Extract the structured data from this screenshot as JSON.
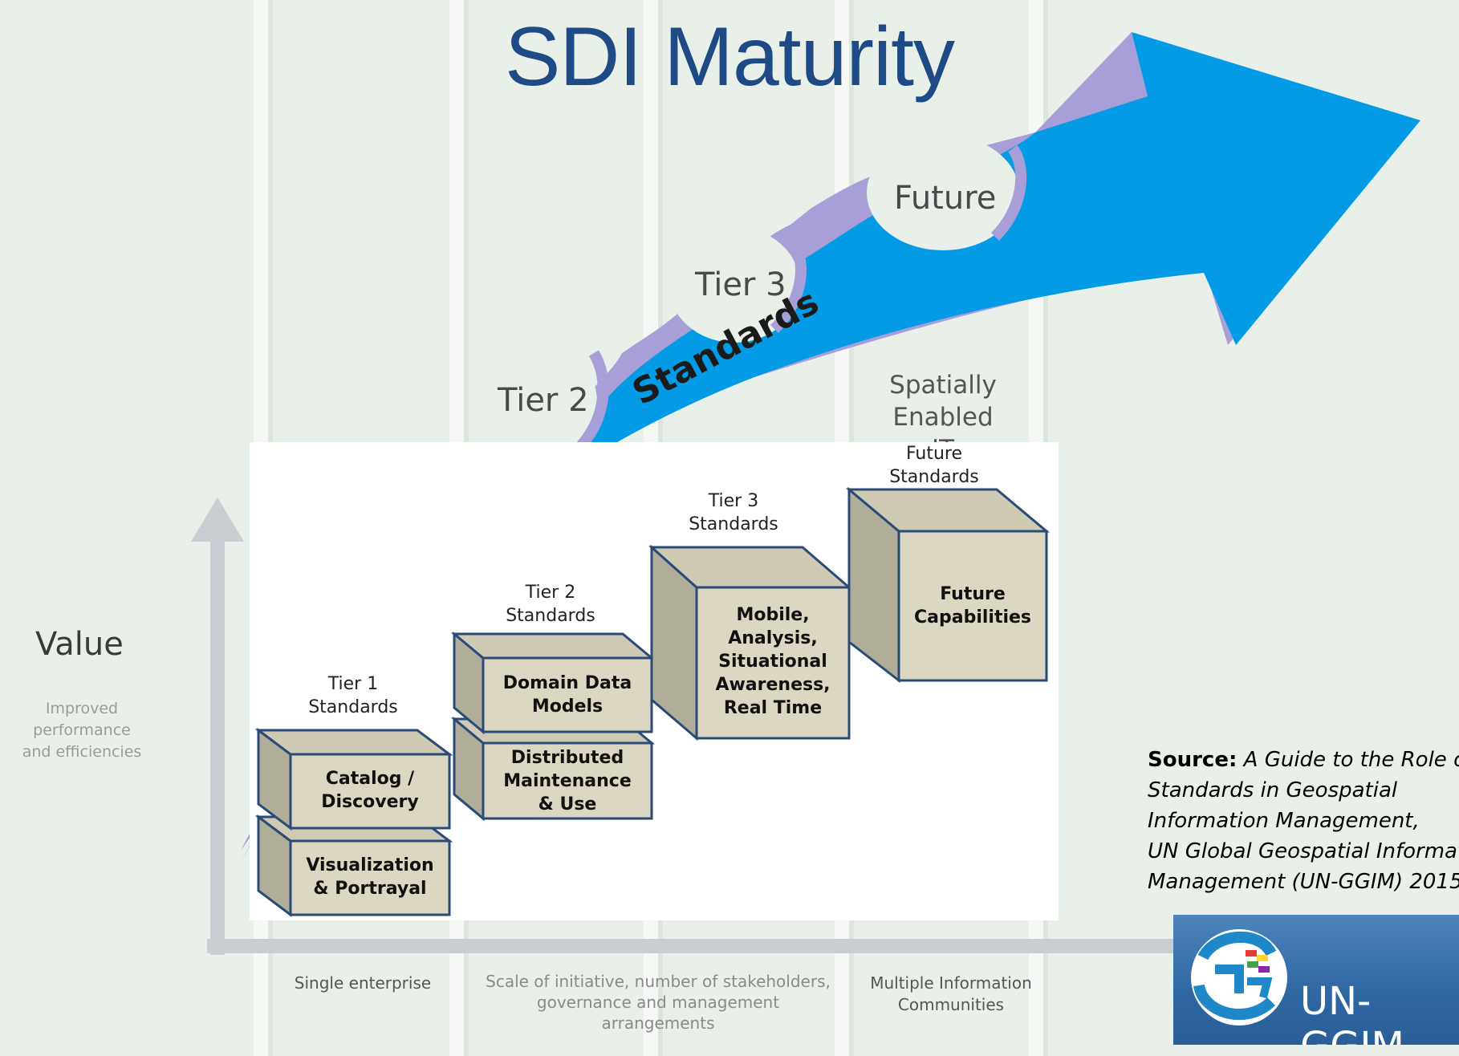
{
  "title": "SDI Maturity",
  "arrow": {
    "label": "Standards",
    "notches": [
      "Tier 2",
      "Tier 3",
      "Future"
    ],
    "color": "#039be5"
  },
  "right_note": {
    "line1": "Spatially",
    "line2": "Enabled IT"
  },
  "value_axis": {
    "label": "Value",
    "sub_lines": [
      "Improved",
      "performance",
      "and efficiencies"
    ]
  },
  "x_axis": {
    "left_note": "Single enterprise",
    "middle_note": [
      "Scale of initiative, number of stakeholders,",
      "governance and management arrangements"
    ],
    "right_note": [
      "Multiple Information",
      "Communities"
    ]
  },
  "tiers": [
    {
      "title": [
        "Tier 1",
        "Standards"
      ],
      "boxes": [
        [
          "Catalog /",
          "Discovery"
        ],
        [
          "Visualization",
          "& Portrayal"
        ]
      ]
    },
    {
      "title": [
        "Tier 2",
        "Standards"
      ],
      "boxes": [
        [
          "Domain Data",
          "Models"
        ],
        [
          "Distributed",
          "Maintenance",
          "& Use"
        ]
      ]
    },
    {
      "title": [
        "Tier 3",
        "Standards"
      ],
      "boxes": [
        [
          "Mobile,",
          "Analysis,",
          "Situational",
          "Awareness,",
          "Real Time"
        ]
      ]
    },
    {
      "title": [
        "Future",
        "Standards"
      ],
      "boxes": [
        [
          "Future",
          "Capabilities"
        ]
      ]
    }
  ],
  "source": {
    "label": "Source:",
    "lines": [
      "A Guide to the Role of",
      "Standards in Geospatial",
      "Information Management,",
      "UN Global Geospatial Information",
      "Management  (UN-GGIM) 2015"
    ]
  },
  "logo": {
    "text": "UN-GGIM"
  }
}
